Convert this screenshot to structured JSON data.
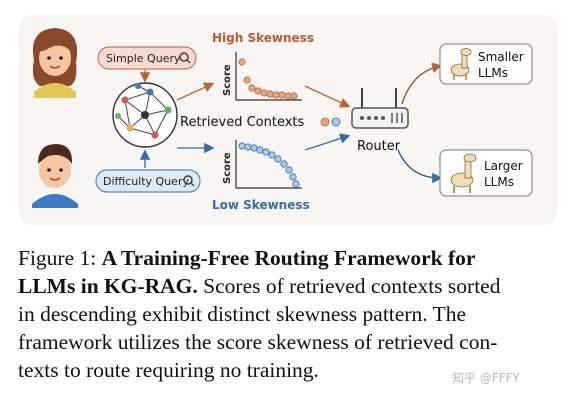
{
  "figure": {
    "queries": {
      "simple": "Simple Query",
      "difficulty": "Difficulty Query"
    },
    "skewness": {
      "high": "High Skewness",
      "low": "Low Skewness"
    },
    "axis_label": "Score",
    "retrieved_contexts": "Retrieved  Contexts",
    "router": "Router",
    "llms": {
      "smaller_line1": "Smaller",
      "smaller_line2": "LLMs",
      "larger_line1": "Larger",
      "larger_line2": "LLMs"
    },
    "colors": {
      "high": "#c0592b",
      "low": "#2f6fb0",
      "query_box_simple": "#f6dccf",
      "query_box_difficult": "#dce9f6"
    }
  },
  "caption": {
    "label": "Figure 1:",
    "bold_title": "A Training-Free Routing Framework for",
    "bold_title_2": "LLMs in KG-RAG.",
    "line2_rest": "Scores of retrieved contexts sorted",
    "line3": "in descending exhibit distinct skewness pattern.  The",
    "line4": "framework utilizes the score skewness of retrieved con-",
    "line5": "texts to route requiring no training."
  },
  "watermark": "知乎 @FFFY"
}
